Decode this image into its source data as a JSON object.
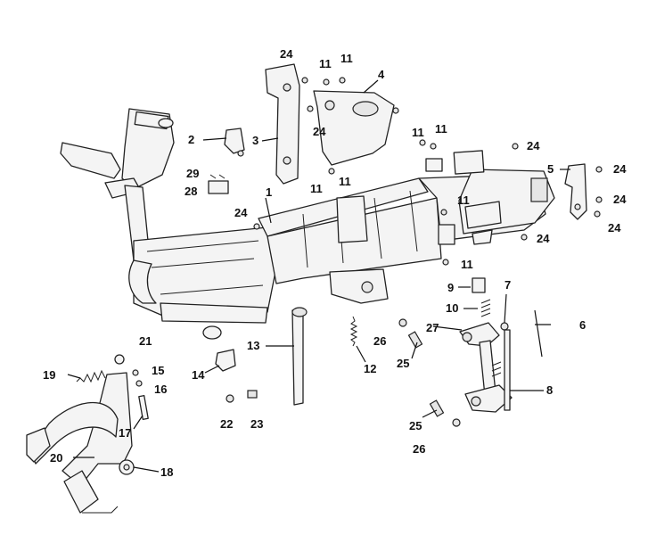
{
  "labels": {
    "l1": "1",
    "l2": "2",
    "l3": "3",
    "l4": "4",
    "l5": "5",
    "l6": "6",
    "l7": "7",
    "l8": "8",
    "l9": "9",
    "l10": "10",
    "l11a": "11",
    "l11b": "11",
    "l11c": "11",
    "l11d": "11",
    "l11e": "11",
    "l11f": "11",
    "l11g": "11",
    "l11h": "11",
    "l12": "12",
    "l13": "13",
    "l14": "14",
    "l15": "15",
    "l16": "16",
    "l17": "17",
    "l18": "18",
    "l19": "19",
    "l20": "20",
    "l21": "21",
    "l22": "22",
    "l23": "23",
    "l24a": "24",
    "l24b": "24",
    "l24c": "24",
    "l24d": "24",
    "l24e": "24",
    "l24f": "24",
    "l24g": "24",
    "l24h": "24",
    "l25a": "25",
    "l25b": "25",
    "l26a": "26",
    "l26b": "26",
    "l27": "27",
    "l28": "28",
    "l29": "29"
  },
  "colors": {
    "line": "#222222",
    "background": "#ffffff",
    "fill": "#f4f4f4"
  }
}
